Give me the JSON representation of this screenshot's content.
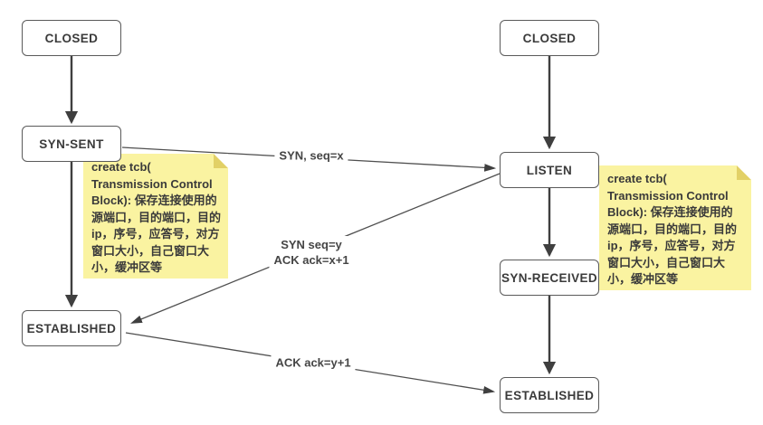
{
  "diagram": {
    "type": "tcp-three-way-handshake-state-diagram",
    "client_states": [
      {
        "label": "CLOSED"
      },
      {
        "label": "SYN-SENT"
      },
      {
        "label": "ESTABLISHED"
      }
    ],
    "server_states": [
      {
        "label": "CLOSED"
      },
      {
        "label": "LISTEN"
      },
      {
        "label": "SYN-RECEIVED"
      },
      {
        "label": "ESTABLISHED"
      }
    ],
    "edge_labels": {
      "syn": "SYN, seq=x",
      "synack": "SYN seq=y\nACK ack=x+1",
      "ack": "ACK ack=y+1"
    },
    "notes": {
      "left_text": "create tcb(\nTransmission Control\nBlock): 保存连接使用的\n源端口，目的端口，目的\nip，序号，应答号，对方\n窗口大小，自己窗口大\n小，缓冲区等",
      "right_text": "create tcb(\nTransmission Control\nBlock): 保存连接使用的\n源端口，目的端口，目的\nip，序号，应答号，对方\n窗口大小，自己窗口大\n小，缓冲区等"
    },
    "colors": {
      "note_bg": "#faf3a1",
      "note_fold": "#e2d066",
      "stroke": "#3f3f3f",
      "stroke_thin": "#4f4f4f"
    }
  }
}
